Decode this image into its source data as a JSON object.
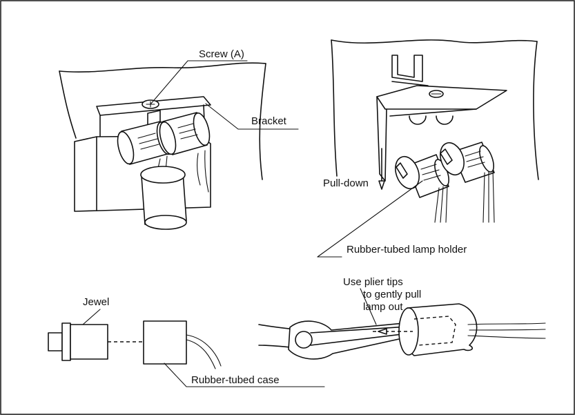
{
  "labels": {
    "screw": "Screw (A)",
    "bracket": "Bracket",
    "pull_down": "Pull-down",
    "lamp_holder": "Rubber-tubed lamp holder",
    "jewel": "Jewel",
    "case": "Rubber-tubed case",
    "plier_line1": "Use plier tips",
    "plier_line2": "to gently pull",
    "plier_line3": "lamp out"
  }
}
